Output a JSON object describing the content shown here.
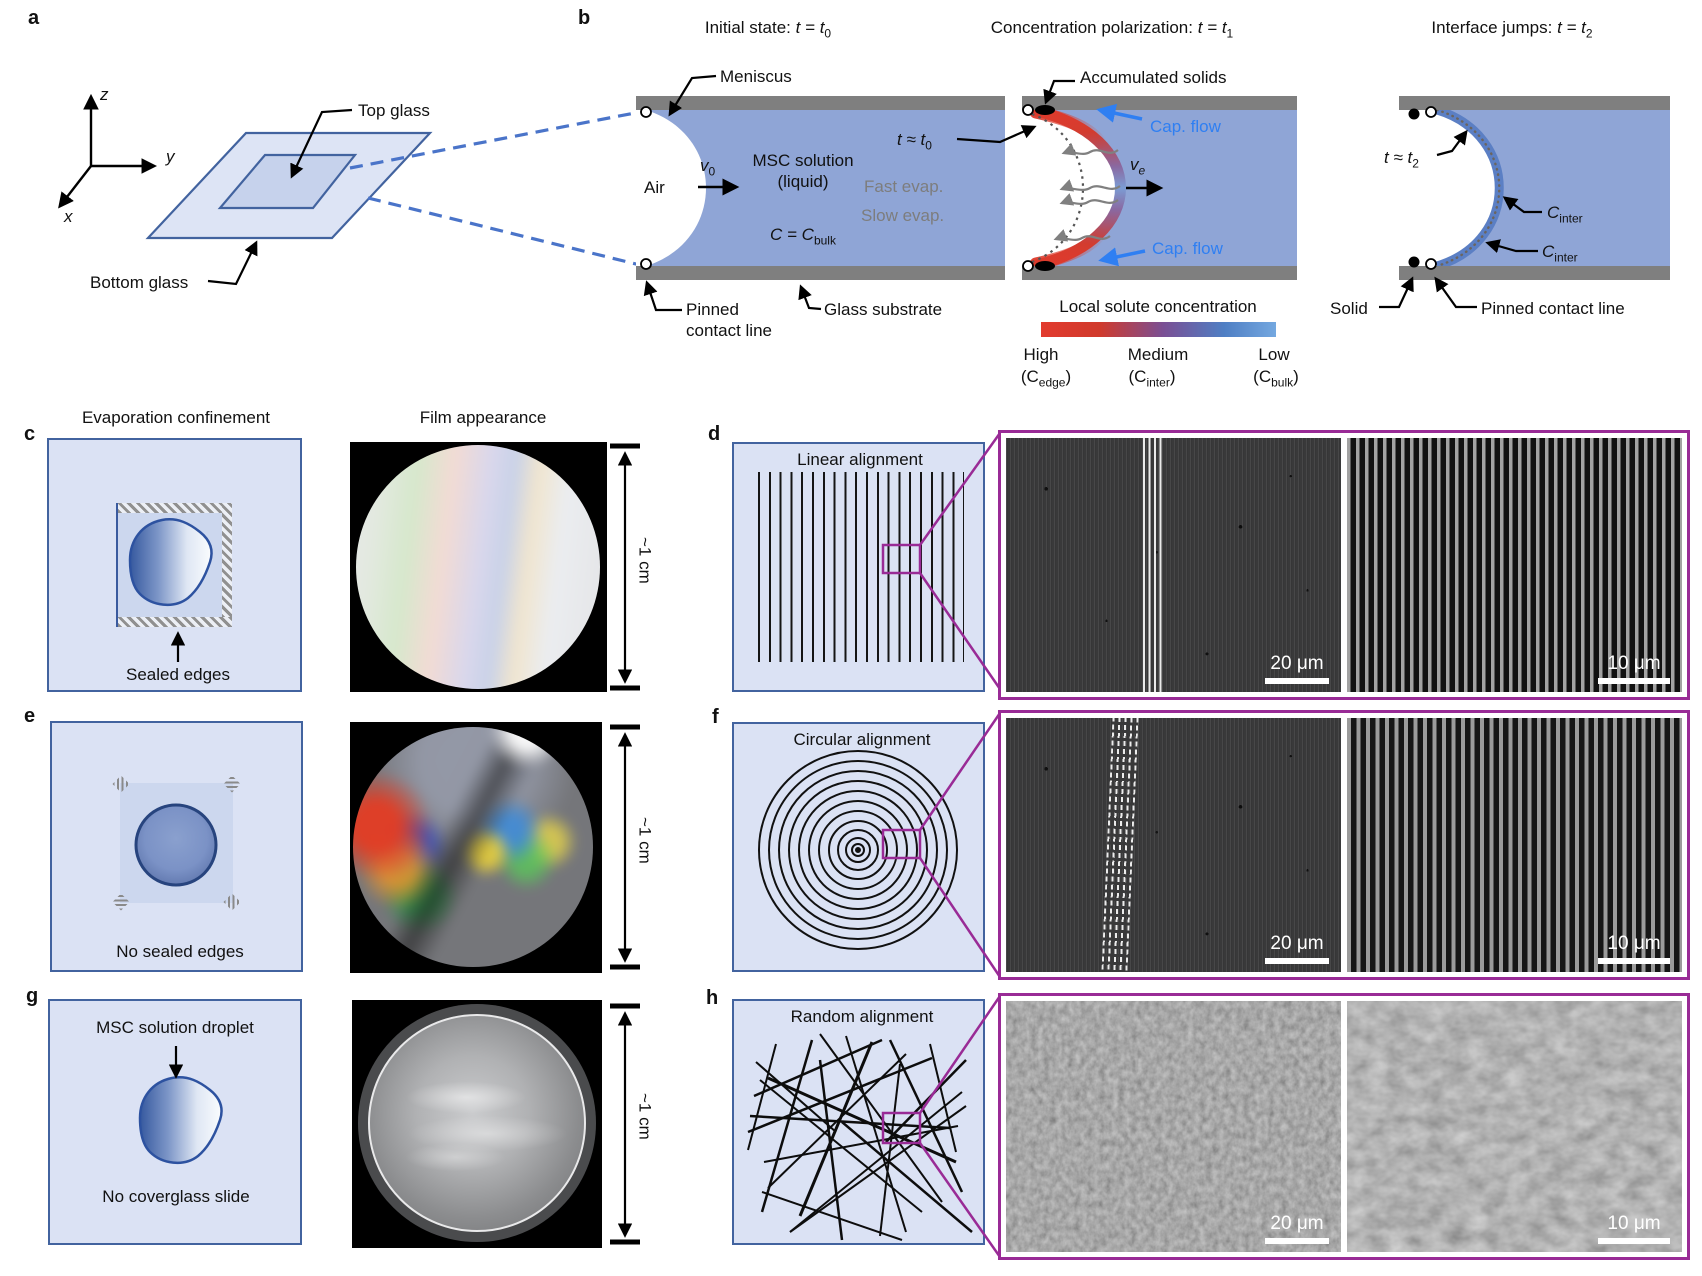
{
  "colors": {
    "accent_purple": "#992b96",
    "panel_blue_fill": "#dbe2f4",
    "panel_blue_border": "#42639f",
    "solution_blue": "#8fa5d6",
    "glass_gray": "#7f7f7f",
    "cap_flow_blue": "#2f7ff2",
    "high_red": "#e03a2e",
    "low_blue": "#74a8e0"
  },
  "a": {
    "letter": "a",
    "z": "z",
    "y": "y",
    "x": "x",
    "top_glass": "Top glass",
    "bottom_glass": "Bottom glass"
  },
  "b": {
    "letter": "b",
    "d1": {
      "title": "Initial state:  ",
      "tmath": "t = t",
      "tsub": "0",
      "meniscus": "Meniscus",
      "air": "Air",
      "v": "v",
      "vsub": "0",
      "sol1": "MSC solution",
      "sol2": "(liquid)",
      "c": "C = C",
      "csub": "bulk",
      "pinned1": "Pinned",
      "pinned2": "contact line",
      "glass": "Glass substrate"
    },
    "d2": {
      "title": "Concentration polarization:  ",
      "tmath": "t = t",
      "tsub": "1",
      "accumulated": "Accumulated solids",
      "t0": "t ≈ t",
      "t0sub": "0",
      "cap_top": "Cap. flow",
      "cap_bottom": "Cap. flow",
      "fast": "Fast evap.",
      "slow": "Slow evap.",
      "v": "v",
      "vsub": "e"
    },
    "cbar": {
      "title": "Local solute concentration",
      "high": "High",
      "highp": "(C",
      "highsub": "edge",
      "highc": ")",
      "med": "Medium",
      "medp": "(C",
      "medsub": "inter",
      "medc": ")",
      "low": "Low",
      "lowp": "(C",
      "lowsub": "bulk",
      "lowc": ")"
    },
    "d3": {
      "title": "Interface jumps:  ",
      "tmath": "t = t",
      "tsub": "2",
      "t2": "t ≈ t",
      "t2sub": "2",
      "cinter": "C",
      "cintersub": "inter",
      "solid": "Solid",
      "pinned": "Pinned contact line"
    }
  },
  "left": {
    "header1": "Evaporation confinement",
    "header2": "Film appearance",
    "c": {
      "letter": "c",
      "note": "Sealed edges",
      "scale": "~1 cm"
    },
    "e": {
      "letter": "e",
      "note": "No sealed edges",
      "scale": "~1 cm"
    },
    "g": {
      "letter": "g",
      "title": "MSC solution droplet",
      "note": "No coverglass slide",
      "scale": "~1 cm"
    }
  },
  "right": {
    "d": {
      "letter": "d",
      "title": "Linear alignment",
      "s20": "20 μm",
      "s10": "10 μm"
    },
    "f": {
      "letter": "f",
      "title": "Circular alignment",
      "s20": "20 μm",
      "s10": "10 μm"
    },
    "h": {
      "letter": "h",
      "title": "Random alignment",
      "s20": "20 μm",
      "s10": "10 μm"
    }
  }
}
